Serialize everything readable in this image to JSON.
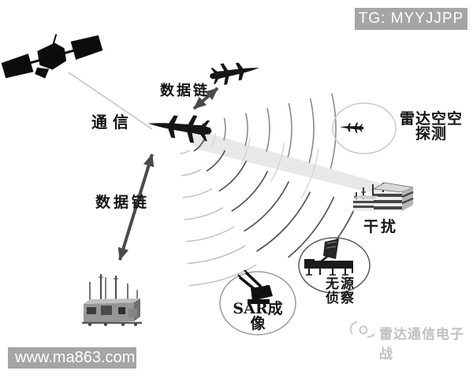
{
  "image": {
    "title": "airborne radar / electronic-warfare concept diagram"
  },
  "badges": {
    "tg": "TG: MYYJJPP",
    "url": "www.ma863.com"
  },
  "brand": {
    "name": "雷达通信电子战",
    "icon": "radar-swirl-icon"
  },
  "labels": {
    "communication": "通信",
    "datalink_air": "数据链",
    "datalink_ground": "数据链",
    "radar_air_detection": {
      "line1": "雷达空空",
      "line2": "探测"
    },
    "jamming": "干扰",
    "passive_recon": {
      "line1": "无源",
      "line2": "侦察"
    },
    "sar_imaging": {
      "line1": "SAR成",
      "line2": "像"
    }
  },
  "icons": {
    "satellite": "satellite-icon",
    "lead_fighter": "fighter-jet-icon",
    "wingman_fighter": "fighter-jet-icon",
    "target_fighter": "fighter-jet-icon",
    "ground_station": "ground-station-icon",
    "jamming_building": "building-icon",
    "passive_radar_vehicle": "radar-vehicle-icon",
    "sar_target_launcher": "aa-launcher-icon",
    "brand_logo": "radar-swirl-icon"
  },
  "colors": {
    "badge_bg": "#a5a5a5",
    "badge_text": "#ffffff",
    "label_text": "#141414",
    "brand_text": "#c0c0c0",
    "wave_dark": "#565656",
    "wave_mid": "#848484",
    "wave_light": "#c2c2c2",
    "wave_faint": "#d6d6d6",
    "beam": "#e6e6e6",
    "arrow": "#4a4a4a",
    "comm_line": "#c6c6c6",
    "silhouette": "#111111"
  }
}
